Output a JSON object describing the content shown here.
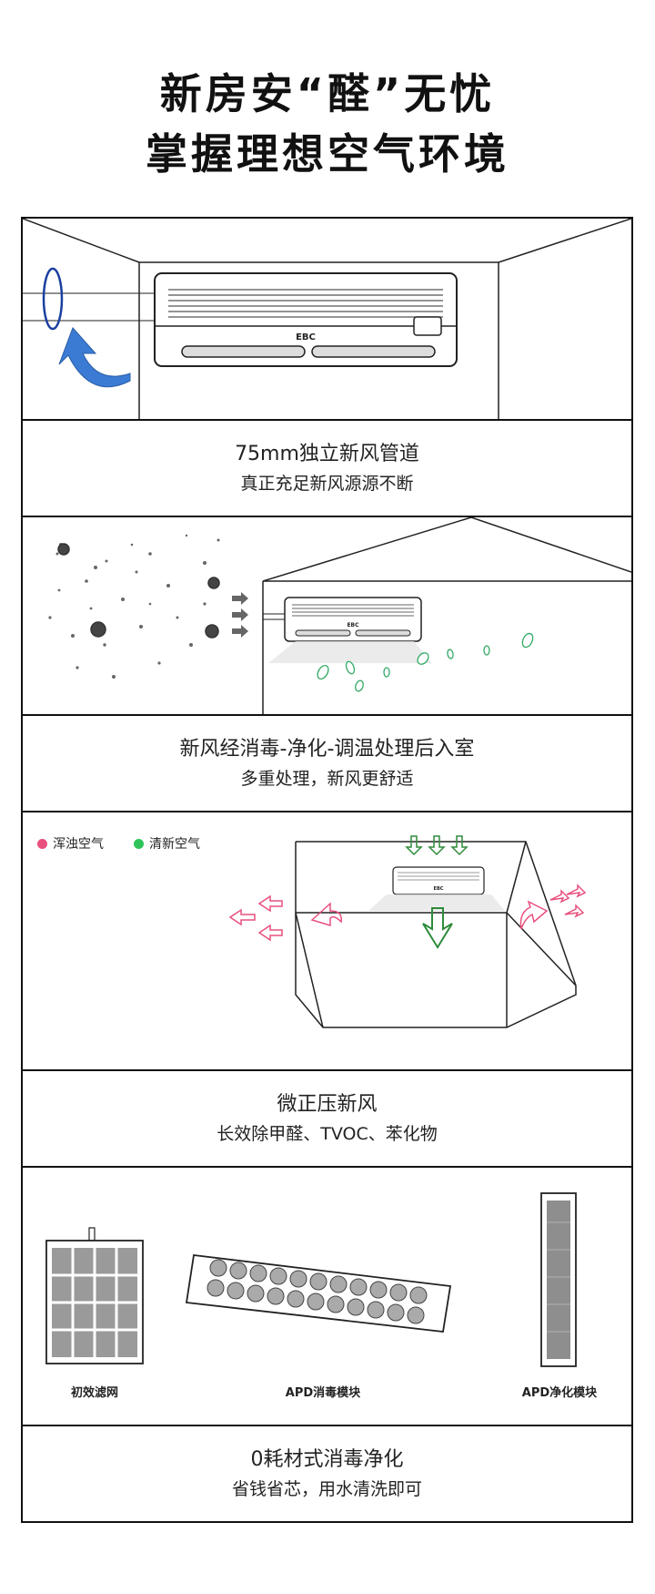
{
  "header": {
    "line1": "新房安“醛”无忧",
    "line2": "掌握理想空气环境"
  },
  "brand": "EBC",
  "section1": {
    "title": "75mm独立新风管道",
    "subtitle": "真正充足新风源源不断"
  },
  "section2": {
    "title": "新风经消毒-净化-调温处理后入室",
    "subtitle": "多重处理，新风更舒适"
  },
  "section3": {
    "legend": [
      {
        "label": "浑浊空气",
        "color": "#e8507e"
      },
      {
        "label": "清新空气",
        "color": "#2fc45a"
      }
    ],
    "title": "微正压新风",
    "subtitle": "长效除甲醛、TVOC、苯化物"
  },
  "section4": {
    "filters": [
      {
        "label": "初效滤网"
      },
      {
        "label": "APD消毒模块"
      },
      {
        "label": "APD净化模块"
      }
    ],
    "title": "0耗材式消毒净化",
    "subtitle": "省钱省芯，用水清洗即可"
  },
  "colors": {
    "dirty": "#e8507e",
    "fresh": "#2fc45a",
    "arrow_blue": "#3b7bd4",
    "freshArrow": "#2e8b3a"
  }
}
